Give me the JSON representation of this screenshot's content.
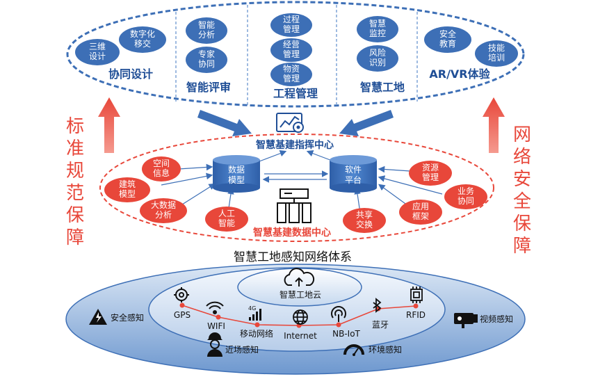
{
  "top_layer": {
    "groups": [
      {
        "title": "协同设计",
        "items": [
          "数字化移交",
          "三维设计"
        ]
      },
      {
        "title": "智能评审",
        "items": [
          "智能分析",
          "专家协同"
        ]
      },
      {
        "title": "工程管理",
        "items": [
          "过程管理",
          "经营管理",
          "物资管理"
        ]
      },
      {
        "title": "智慧工地",
        "items": [
          "智慧监控",
          "风险识别"
        ]
      },
      {
        "title": "AR/VR体验",
        "items": [
          "安全教育",
          "技能培训"
        ]
      }
    ]
  },
  "side_labels": {
    "left": "标准规范保障",
    "right": "网络安全保障"
  },
  "middle_layer": {
    "command_center": "智慧基建指挥中心",
    "data_center": "智慧基建数据中心",
    "cylinders": [
      "数据模型",
      "软件平台"
    ],
    "left_items": [
      "空间信息",
      "建筑模型",
      "大数据分析",
      "人工智能"
    ],
    "right_items": [
      "资源管理",
      "业务协同",
      "应用框架",
      "共享交换"
    ]
  },
  "bottom_layer": {
    "title": "智慧工地感知网络体系",
    "cloud": "智慧工地云",
    "network": [
      "GPS",
      "WIFI",
      "移动网络",
      "Internet",
      "NB-IoT",
      "蓝牙",
      "RFID"
    ],
    "sense_labels": [
      "安全感知",
      "近场感知",
      "环境感知",
      "视频感知"
    ],
    "signal_label": "4G"
  },
  "colors": {
    "blue": "#3d6fb6",
    "red": "#e8473a",
    "navy": "#1f4e96"
  }
}
